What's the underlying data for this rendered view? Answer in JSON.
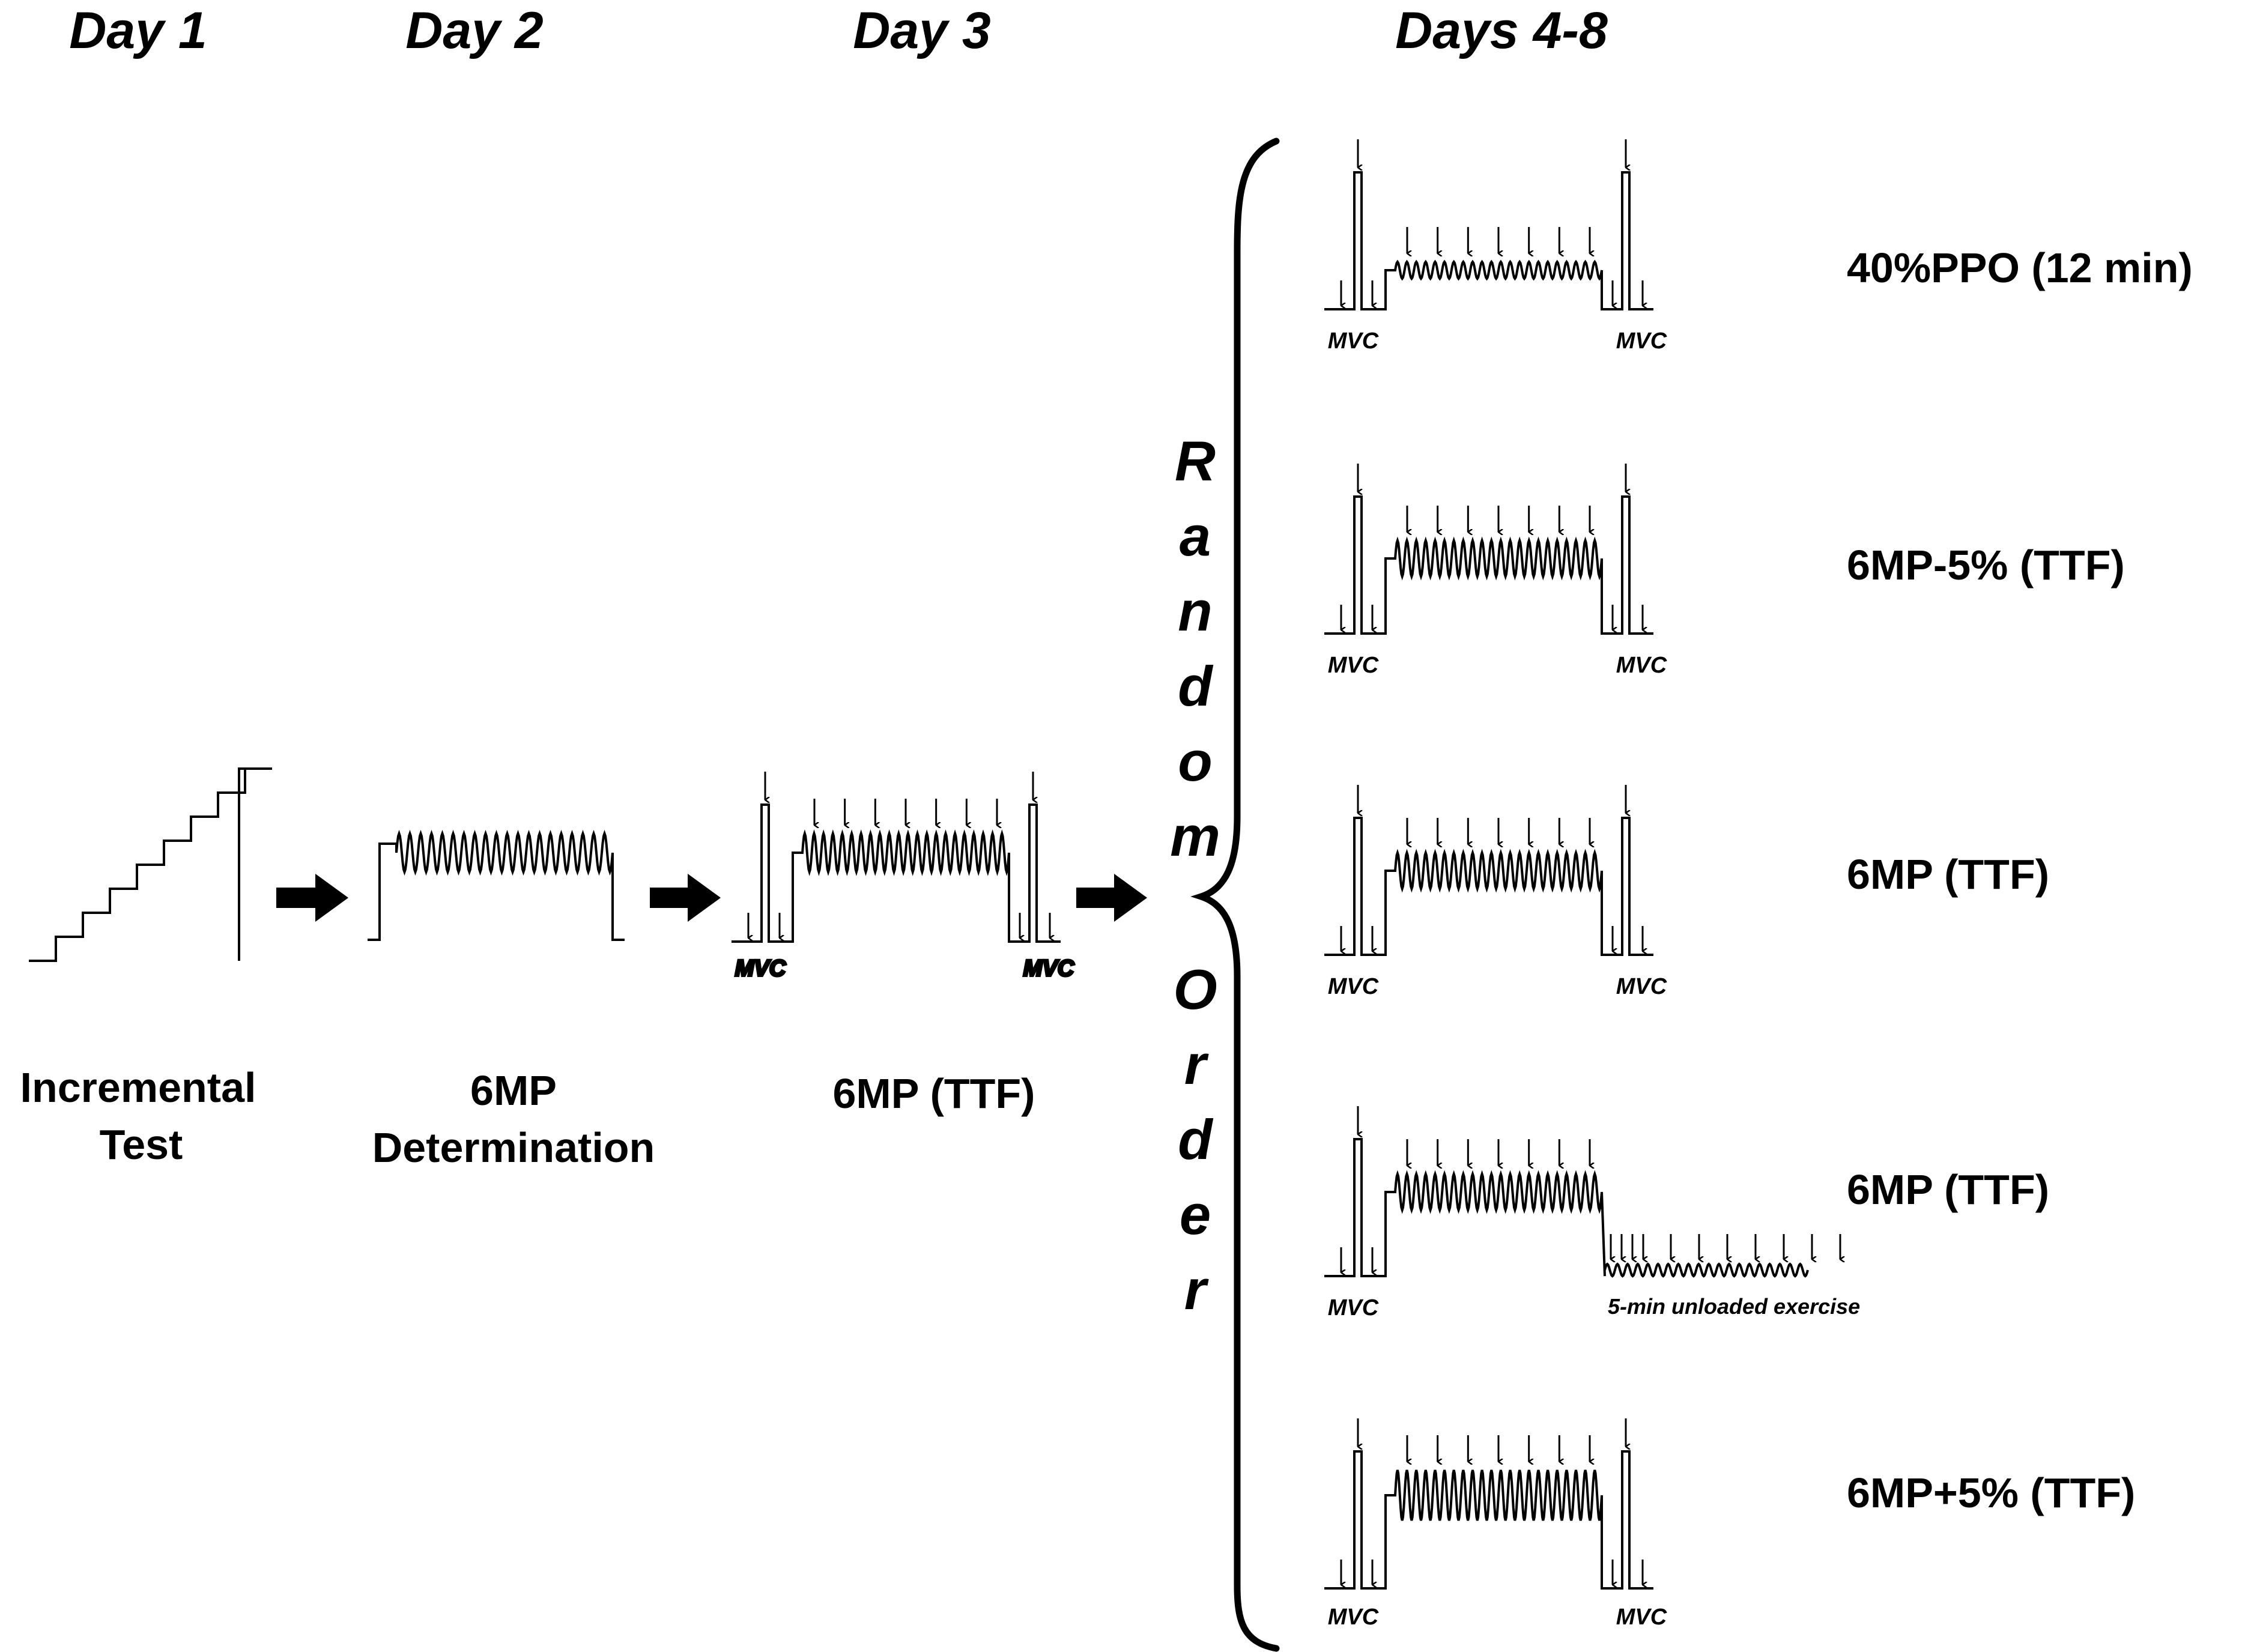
{
  "headers": {
    "day1": "Day 1",
    "day2": "Day 2",
    "day3": "Day 3",
    "days48": "Days 4-8"
  },
  "labels": {
    "incremental_line1": "Incremental",
    "incremental_line2": "Test",
    "determination_line1": "6MP",
    "determination_line2": "Determination",
    "day3_test": "6MP (TTF)"
  },
  "mvc": "MVC",
  "random_order": {
    "word1": [
      "R",
      "a",
      "n",
      "d",
      "o",
      "m"
    ],
    "word2": [
      "O",
      "r",
      "d",
      "e",
      "r"
    ]
  },
  "conditions": [
    {
      "label": "40%PPO (12 min)",
      "amplitude": "low"
    },
    {
      "label": "6MP-5% (TTF)",
      "amplitude": "medium"
    },
    {
      "label": "6MP (TTF)",
      "amplitude": "medium"
    },
    {
      "label": "6MP (TTF)",
      "amplitude": "medium",
      "recovery": "5-min unloaded exercise"
    },
    {
      "label": "6MP+5% (TTF)",
      "amplitude": "high"
    }
  ]
}
